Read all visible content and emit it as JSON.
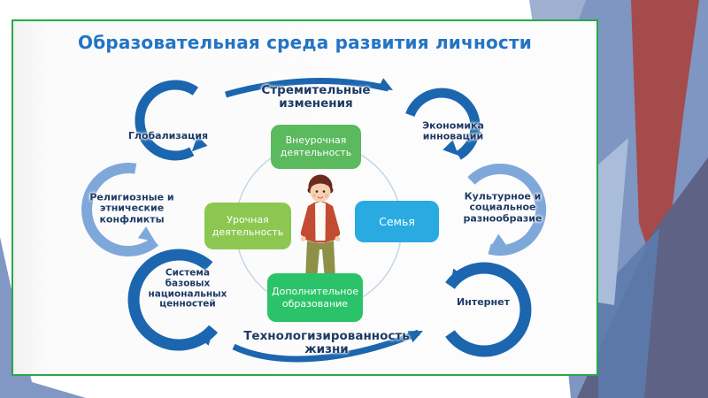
{
  "slide": {
    "title": "Образовательная среда развития личности"
  },
  "center_boxes": {
    "top": {
      "label": "Внеурочная деятельность",
      "color": "#5bb95e"
    },
    "left": {
      "label": "Урочная деятельность",
      "color": "#8cc851"
    },
    "right": {
      "label": "Семья",
      "color": "#29abe2"
    },
    "bottom": {
      "label": "Дополнительное образование",
      "color": "#2bc369"
    }
  },
  "factors": {
    "rapid_changes": "Стремительные изменения",
    "globalization": "Глобализация",
    "innovation_economy": "Экономика инноваций",
    "religious_conflicts": "Религиозные и этнические конфликты",
    "cultural_diversity": "Культурное и социальное разнообразие",
    "national_values": "Система базовых национальных ценностей",
    "technologization": "Технологизированность жизни",
    "internet": "Интернет"
  },
  "colors": {
    "title_text": "#2374c4",
    "label_text": "#1e3a66",
    "arrow_dark_blue": "#1b66af",
    "arrow_light_blue": "#7fa8da",
    "frame_border_green": "#29a74b",
    "bg_band_blue": "#7e96c1",
    "bg_red": "#a54b4b",
    "bg_purple": "#5e6285"
  }
}
